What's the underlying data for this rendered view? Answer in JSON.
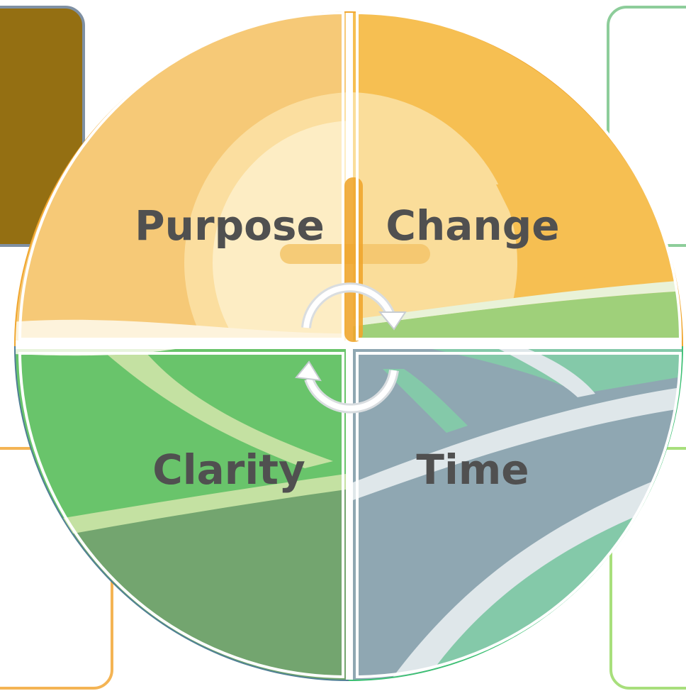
{
  "quadrants": [
    {
      "key": "top-left",
      "label": "Purpose"
    },
    {
      "key": "top-right",
      "label": "Change"
    },
    {
      "key": "bottom-left",
      "label": "Clarity"
    },
    {
      "key": "bottom-right",
      "label": "Time"
    }
  ],
  "colors": {
    "purpose": "#f6c977",
    "change": "#f6bf52",
    "clarity": "#69c46b",
    "time": "#8fa7b2",
    "ring_top": "#f0a62f",
    "ring_bottom_left": "#58a8a0",
    "ring_bottom_right": "#3cbf73",
    "label_text": "#505050",
    "corner_top_left_fill": "#946f12"
  },
  "icons": [
    "cycle-arrows-icon"
  ]
}
